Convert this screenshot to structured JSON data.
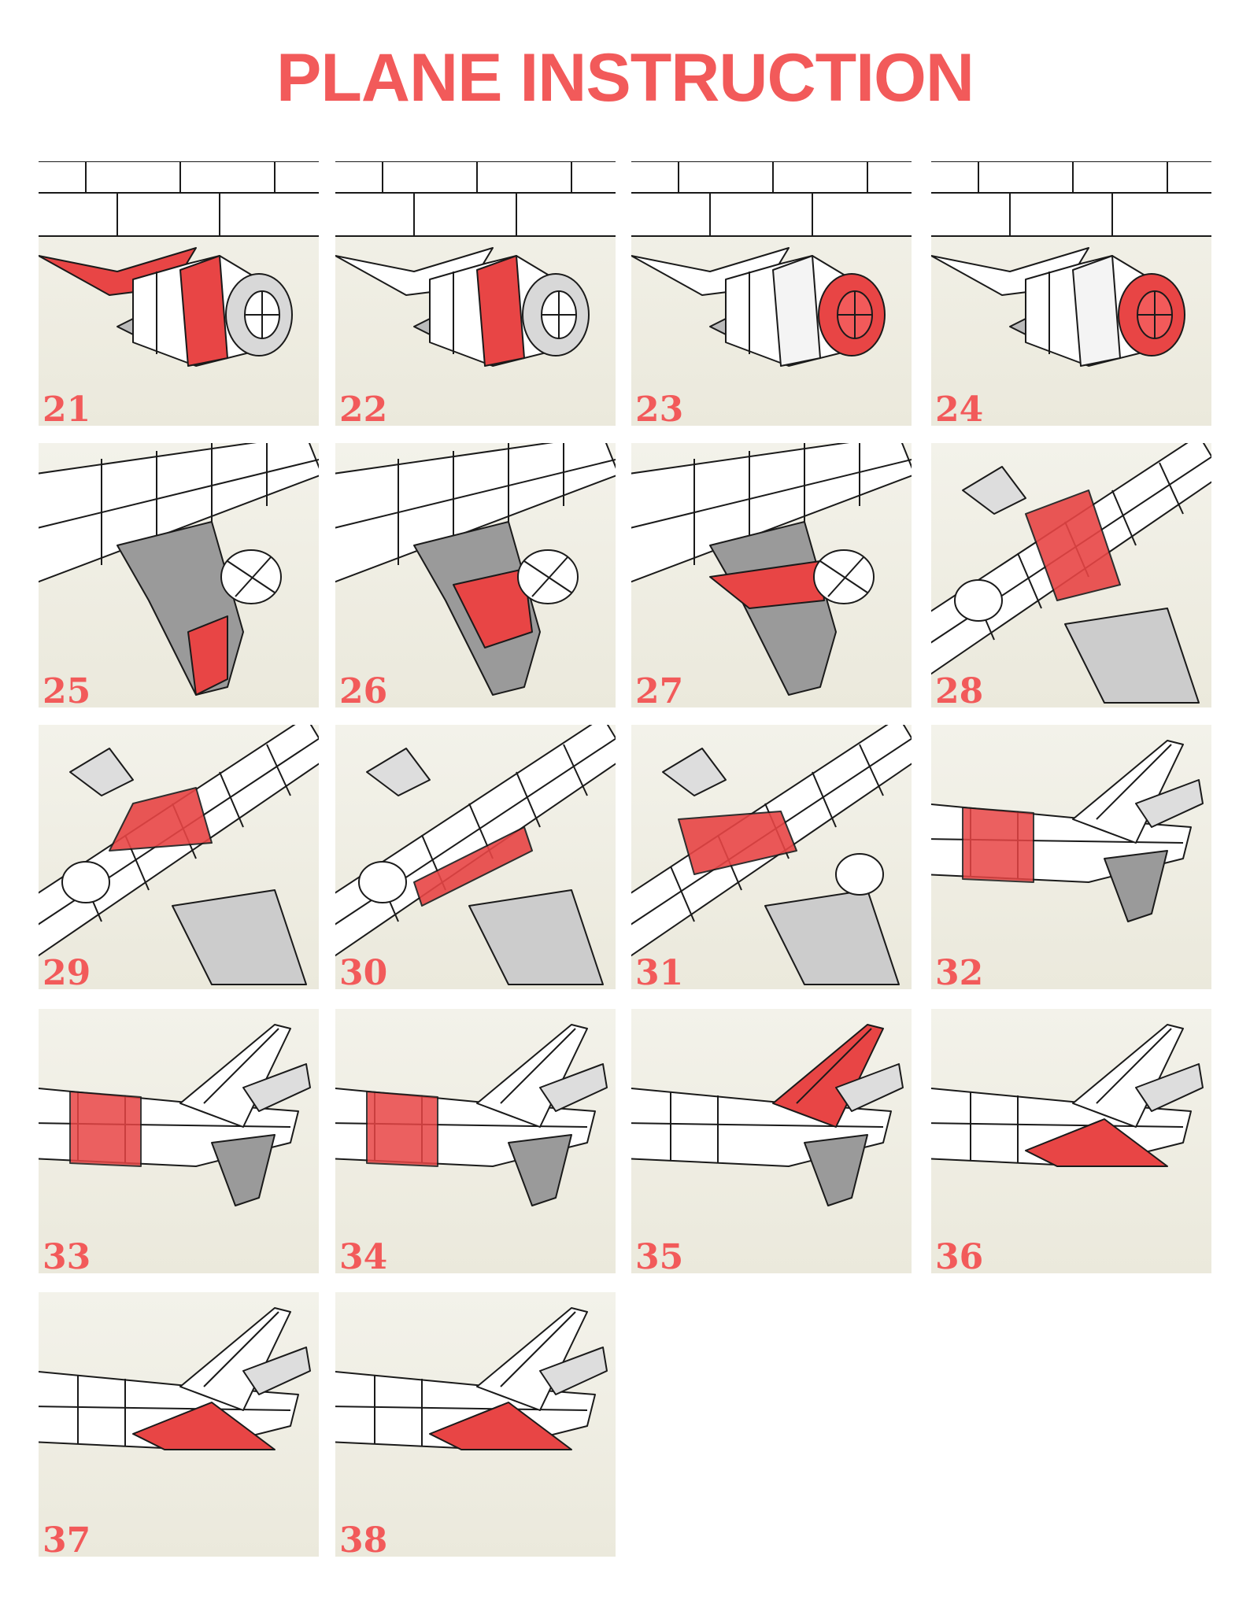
{
  "title": "PLANE INSTRUCTION",
  "colors": {
    "accent": "#f25a5a",
    "part_fill": "#ffffff",
    "shade": "#9a9a9a",
    "highlight_red": "#e84545",
    "background": "#eceadc"
  },
  "steps": [
    {
      "number": "21",
      "scene": "engine"
    },
    {
      "number": "22",
      "scene": "engine"
    },
    {
      "number": "23",
      "scene": "engine"
    },
    {
      "number": "24",
      "scene": "engine"
    },
    {
      "number": "25",
      "scene": "wing"
    },
    {
      "number": "26",
      "scene": "wing"
    },
    {
      "number": "27",
      "scene": "wing"
    },
    {
      "number": "28",
      "scene": "fuselage"
    },
    {
      "number": "29",
      "scene": "fuselage"
    },
    {
      "number": "30",
      "scene": "fuselage"
    },
    {
      "number": "31",
      "scene": "fuselage"
    },
    {
      "number": "32",
      "scene": "tail"
    },
    {
      "number": "33",
      "scene": "tail"
    },
    {
      "number": "34",
      "scene": "tail"
    },
    {
      "number": "35",
      "scene": "tail"
    },
    {
      "number": "36",
      "scene": "tail"
    },
    {
      "number": "37",
      "scene": "tail"
    },
    {
      "number": "38",
      "scene": "tail"
    }
  ]
}
